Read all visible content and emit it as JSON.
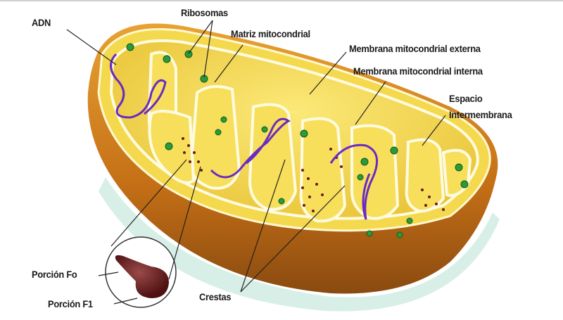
{
  "labels": {
    "adn": "ADN",
    "ribosomas": "Ribosomas",
    "matriz": "Matriz mitocondrial",
    "membrana_externa": "Membrana mitocondrial externa",
    "membrana_interna": "Membrana mitocondrial interna",
    "espacio_line1": "Espacio",
    "espacio_line2": "Intermembrana",
    "porcion_fo": "Porción Fo",
    "porcion_f1": "Porción F1",
    "crestas": "Crestas"
  },
  "colors": {
    "outer_shell": "#c9761a",
    "matrix": "#f2d64a",
    "membrane": "#fff6c8",
    "dna": "#6a2bc0",
    "ribosome": "#2a9a3a",
    "atp_synthase": "#6b1d1d"
  }
}
